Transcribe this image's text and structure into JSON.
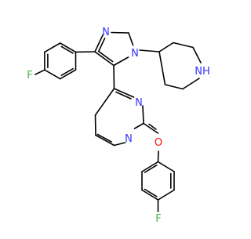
{
  "molecule": {
    "atom_labels": {
      "fluorine_top": "F",
      "fluorine_bottom": "F",
      "imidazole_n_top": "N",
      "imidazole_n_bottom": "N",
      "piperidine_nh": "NH",
      "pyrimidine_n_top": "N",
      "pyrimidine_n_bottom": "N",
      "ether_oxygen": "O"
    },
    "colors": {
      "bond": "#000000",
      "nitrogen": "#3333ff",
      "oxygen": "#ff0d0d",
      "fluorine": "#4db34d",
      "background": "#ffffff"
    }
  }
}
